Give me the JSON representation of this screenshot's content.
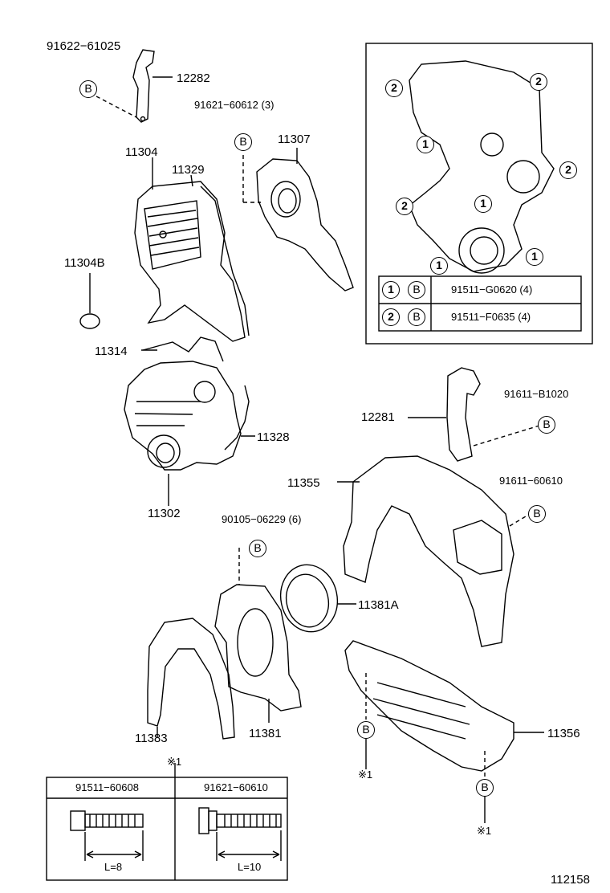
{
  "labels": {
    "p91622": "91622−61025",
    "p12282": "12282",
    "p91621a": "91621−60612 (3)",
    "p11307": "11307",
    "p11304": "11304",
    "p11329": "11329",
    "p11304b": "11304B",
    "p11314": "11314",
    "p11328": "11328",
    "p11302": "11302",
    "p90105": "90105−06229 (6)",
    "p11381a": "11381A",
    "p11383": "11383",
    "p11381": "11381",
    "p12281": "12281",
    "p91611b": "91611−B1020",
    "p11355": "11355",
    "p91611c": "91611−60610",
    "p11356": "11356",
    "note_mark_1": "※1",
    "note_mark_2": "※1",
    "note_mark_3": "※1",
    "figure_id": "112158"
  },
  "circle_letter": "B",
  "inset": {
    "callout_1": "1",
    "callout_2": "2",
    "rows": [
      {
        "num": "1",
        "letter": "B",
        "part": "91511−G0620 (4)"
      },
      {
        "num": "2",
        "letter": "B",
        "part": "91511−F0635 (4)"
      }
    ]
  },
  "bolt_table": {
    "bolts": [
      {
        "part": "91511−60608",
        "length": "L=8"
      },
      {
        "part": "91621−60610",
        "length": "L=10"
      }
    ]
  }
}
